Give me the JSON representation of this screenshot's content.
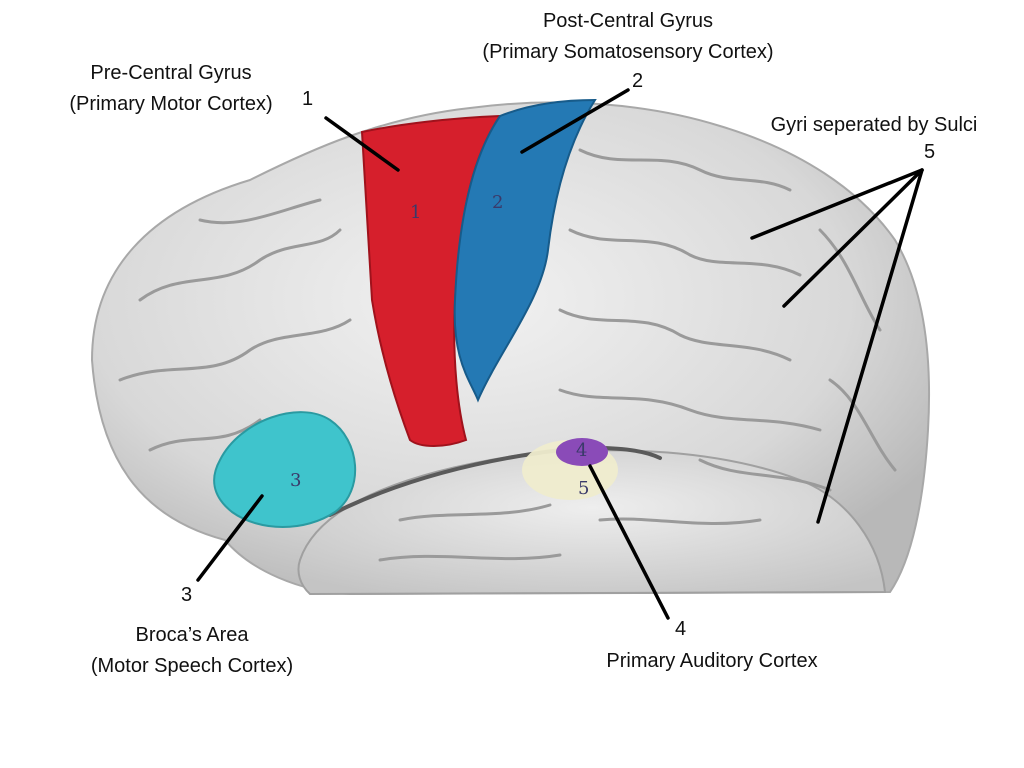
{
  "labels": {
    "l1": {
      "number": "1",
      "line1": "Pre-Central Gyrus",
      "line2": "(Primary Motor Cortex)"
    },
    "l2": {
      "number": "2",
      "line1": "Post-Central Gyrus",
      "line2": "(Primary Somatosensory Cortex)"
    },
    "l3": {
      "number": "3",
      "line1": "Broca’s Area",
      "line2": "(Motor Speech Cortex)"
    },
    "l4": {
      "number": "4",
      "line1": "Primary Auditory Cortex"
    },
    "l5": {
      "number": "5",
      "line1": "Gyri seperated by Sulci"
    }
  },
  "on_model_marks": [
    "1",
    "2",
    "3",
    "4",
    "5"
  ],
  "colors": {
    "pre_central": "#d61f2c",
    "post_central": "#2479b4",
    "broca": "#3fc4cc",
    "auditory": "#8a4bb8",
    "auditory_halo": "#efeccd",
    "brain": "#dcdcdc",
    "leader_line": "#000000"
  }
}
